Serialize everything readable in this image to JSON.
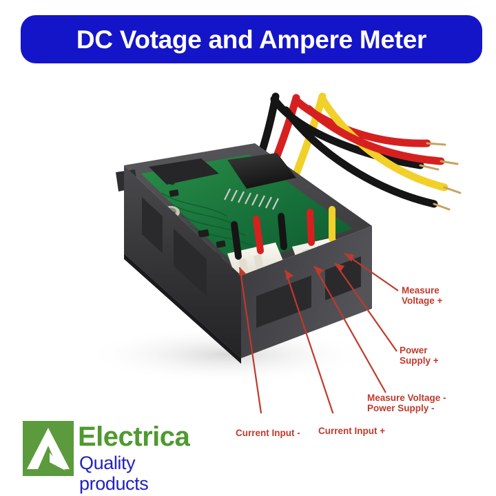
{
  "banner": {
    "title": "DC Votage and Ampere Meter",
    "background_color": "#1414C8",
    "text_color": "#FFFFFF"
  },
  "photo": {
    "alt": "DC voltage and ampere panel meter module, black housing, green PCB, five colored lead wires",
    "housing_color": "#3A3A3C",
    "pcb_color": "#1E7A3C",
    "connector_color": "#F2F0E6",
    "wires": [
      {
        "name": "wire-black-1",
        "color": "#1A1A1A"
      },
      {
        "name": "wire-red-1",
        "color": "#D62020"
      },
      {
        "name": "wire-yellow",
        "color": "#F2D02A"
      },
      {
        "name": "wire-black-2",
        "color": "#1A1A1A"
      },
      {
        "name": "wire-red-2",
        "color": "#D62020"
      }
    ]
  },
  "callouts": {
    "color": "#C0392B",
    "items": [
      {
        "id": "measure-voltage-plus",
        "lines": [
          "Measure",
          "Voltage +"
        ],
        "label": "Measure Voltage +"
      },
      {
        "id": "power-supply-plus",
        "lines": [
          "Power",
          "Supply +"
        ],
        "label": "Power Supply +"
      },
      {
        "id": "measure-voltage-minus-power-supply-minus",
        "lines": [
          "Measure Voltage -",
          "Power Supply -"
        ],
        "label": "Measure Voltage - Power Supply -"
      },
      {
        "id": "current-input-plus",
        "lines": [
          "Current Input +"
        ],
        "label": "Current Input +"
      },
      {
        "id": "current-input-minus",
        "lines": [
          "Current Input -"
        ],
        "label": "Current Input -"
      }
    ],
    "measure_voltage_plus_l1": "Measure",
    "measure_voltage_plus_l2": "Voltage +",
    "power_supply_plus_l1": "Power",
    "power_supply_plus_l2": "Supply +",
    "measure_voltage_minus": "Measure Voltage -",
    "power_supply_minus": "Power Supply -",
    "current_input_plus": "Current Input +",
    "current_input_minus": "Current Input -"
  },
  "logo": {
    "brand": "Electrica",
    "tagline": "Quality products",
    "mark_color": "#5B9B3E",
    "brand_color": "#4E9A2F",
    "tagline_color": "#2222BB"
  }
}
